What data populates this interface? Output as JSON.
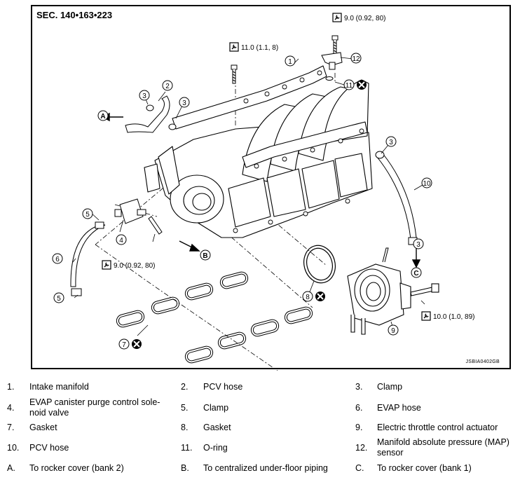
{
  "figure": {
    "section": "SEC. 140•163•223",
    "code": "JSBIA0402GB",
    "torque_callouts": [
      {
        "value": "9.0 (0.92, 80)"
      },
      {
        "value": "11.0 (1.1, 8)"
      },
      {
        "value": "9.0 (0.92, 80)"
      },
      {
        "value": "10.0 (1.0, 89)"
      }
    ],
    "callout_numbers": [
      "1",
      "2",
      "3",
      "3",
      "3",
      "3",
      "4",
      "5",
      "5",
      "6",
      "7",
      "8",
      "9",
      "10",
      "11",
      "12"
    ],
    "direction_letters": [
      "A",
      "B",
      "C"
    ]
  },
  "legend": [
    [
      {
        "num": "1.",
        "text": "Intake manifold"
      },
      {
        "num": "2.",
        "text": "PCV hose"
      },
      {
        "num": "3.",
        "text": "Clamp"
      }
    ],
    [
      {
        "num": "4.",
        "text": "EVAP canister purge control sole-noid valve"
      },
      {
        "num": "5.",
        "text": "Clamp"
      },
      {
        "num": "6.",
        "text": "EVAP hose"
      }
    ],
    [
      {
        "num": "7.",
        "text": "Gasket"
      },
      {
        "num": "8.",
        "text": "Gasket"
      },
      {
        "num": "9.",
        "text": "Electric throttle control actuator"
      }
    ],
    [
      {
        "num": "10.",
        "text": "PCV hose"
      },
      {
        "num": "11.",
        "text": "O-ring"
      },
      {
        "num": "12.",
        "text": "Manifold absolute pressure (MAP) sensor"
      }
    ],
    [
      {
        "num": "A.",
        "text": "To rocker cover (bank 2)"
      },
      {
        "num": "B.",
        "text": "To centralized under-floor piping"
      },
      {
        "num": "C.",
        "text": "To rocker cover (bank 1)"
      }
    ]
  ]
}
